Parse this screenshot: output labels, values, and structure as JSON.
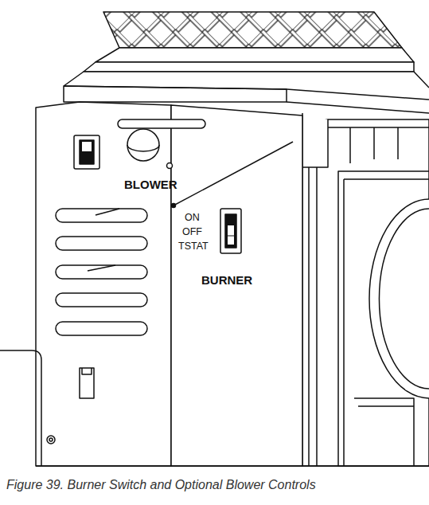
{
  "diagram": {
    "caption": "Figure 39.  Burner Switch and Optional Blower Controls",
    "labels": [
      "BLOWER",
      "ON",
      "OFF",
      "TSTAT",
      "BURNER"
    ]
  }
}
